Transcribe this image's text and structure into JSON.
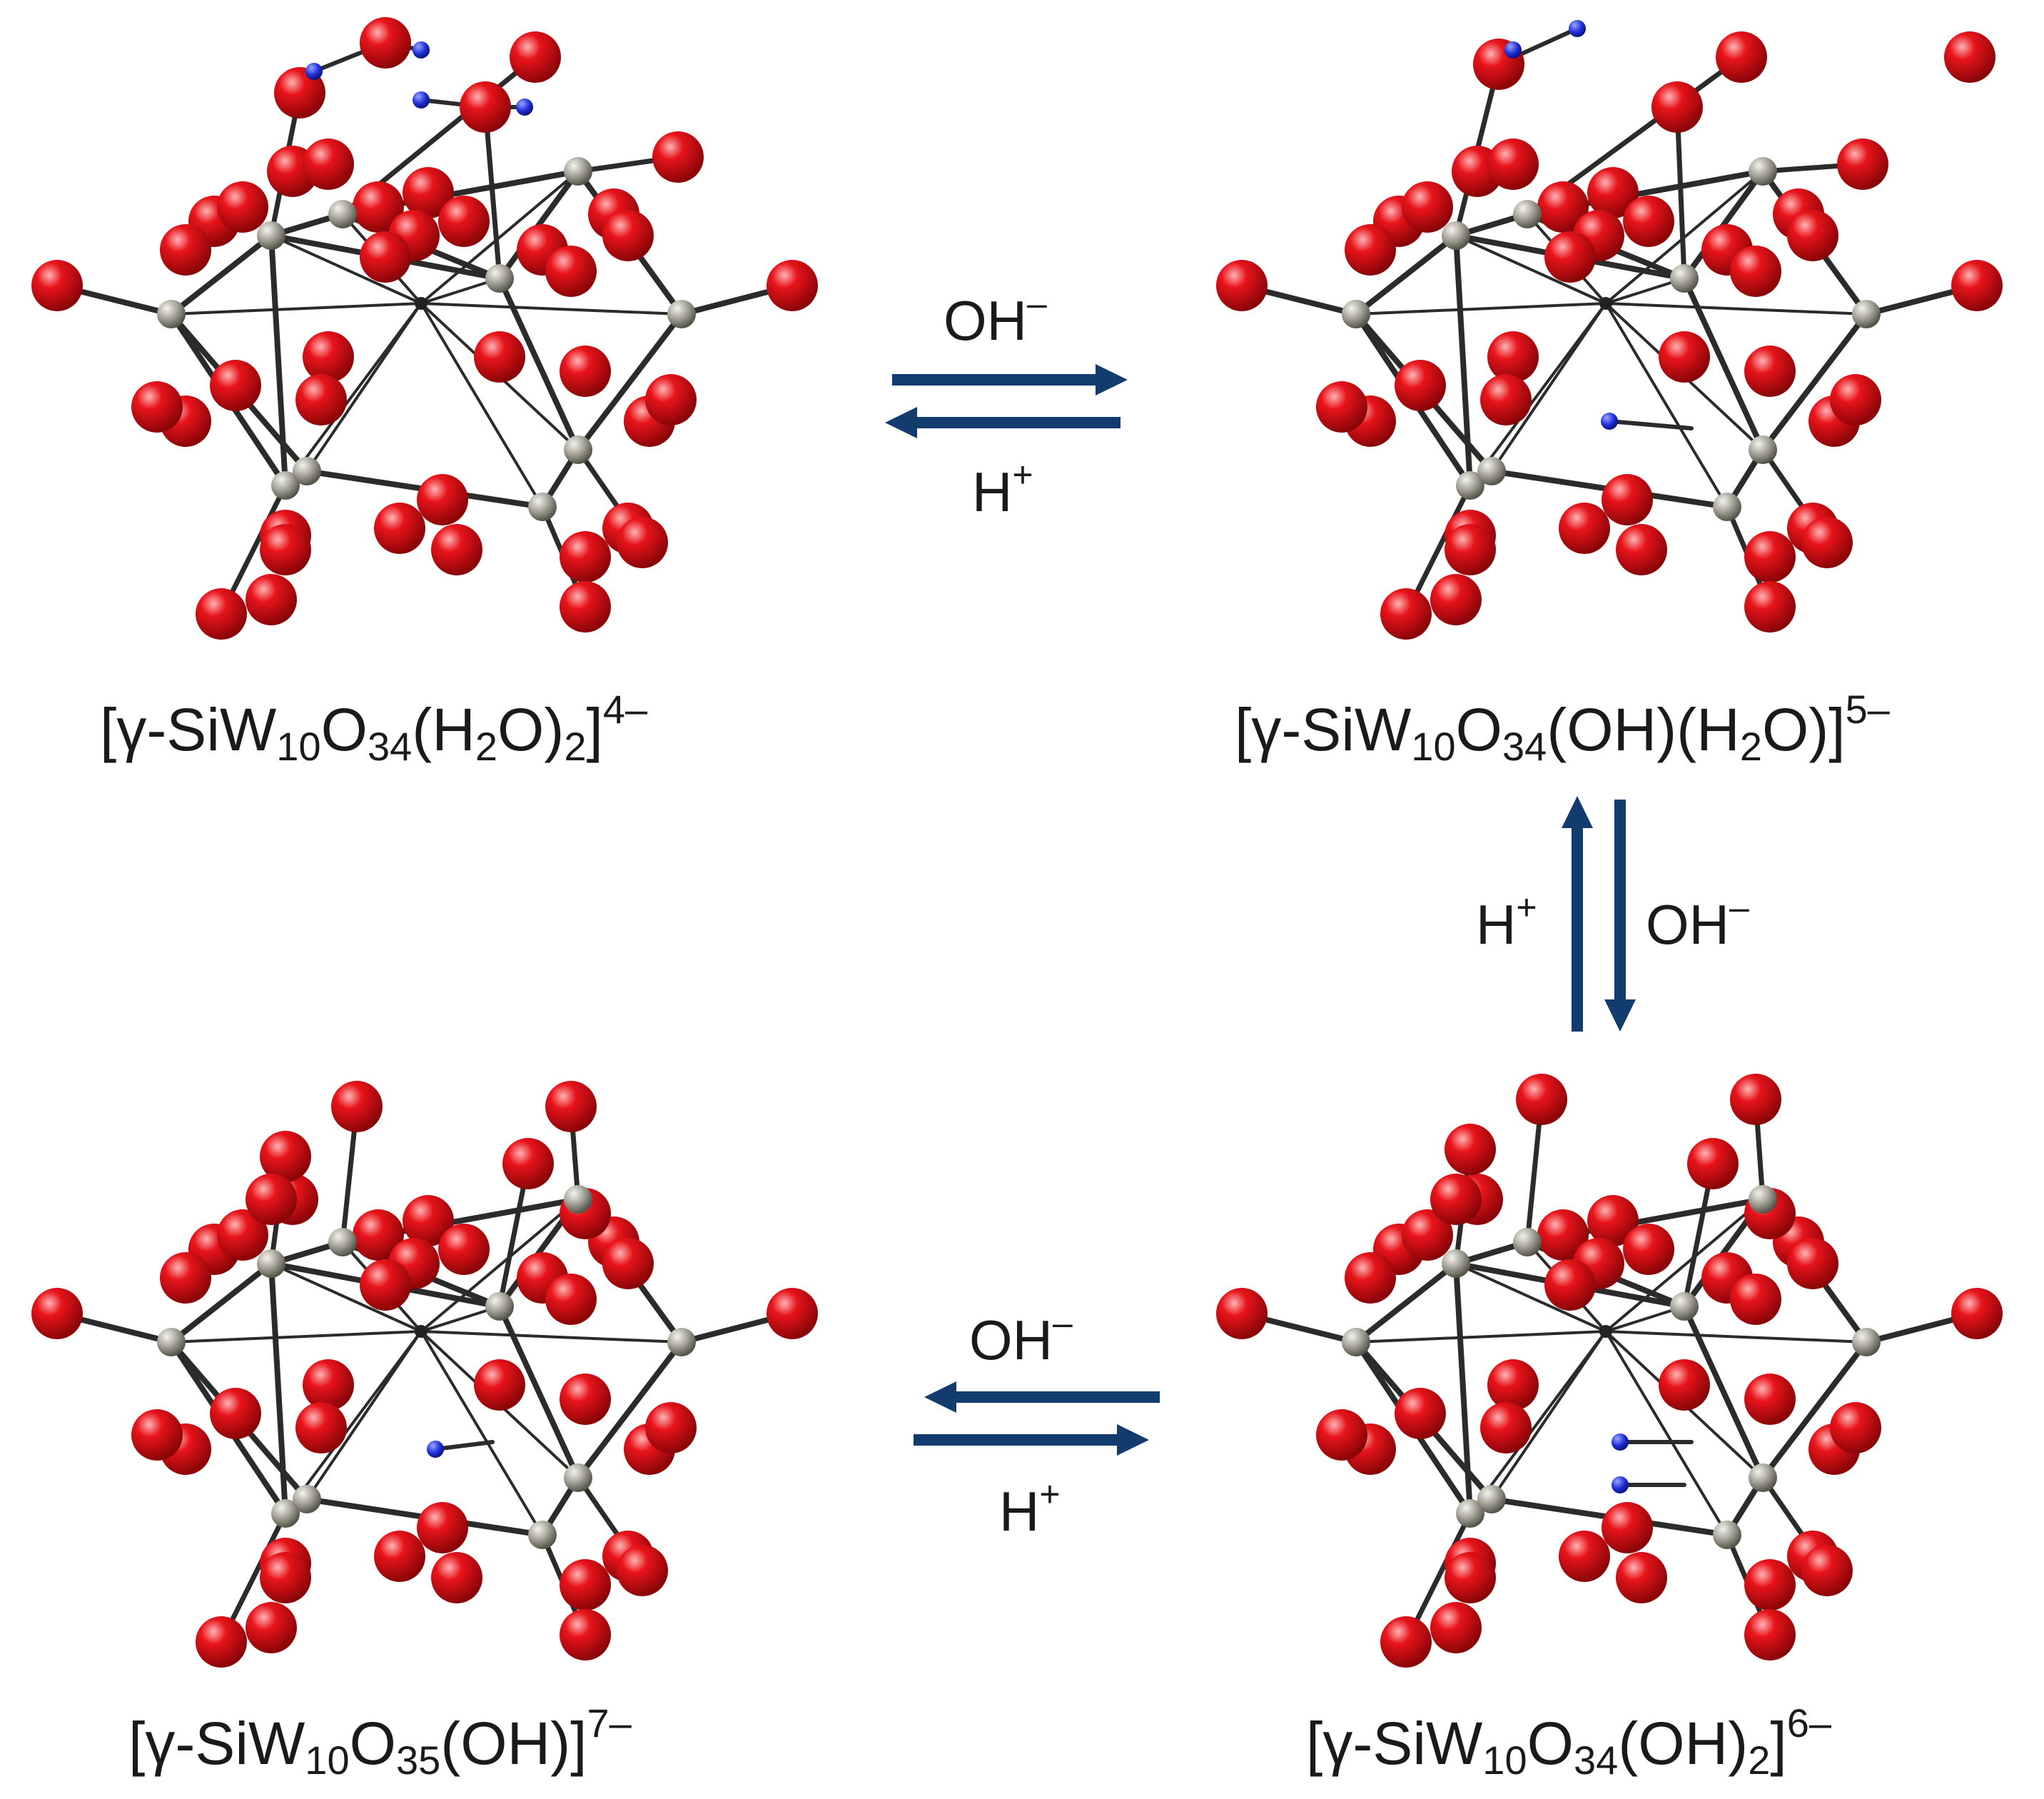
{
  "molecules": [
    {
      "id": "m1",
      "formula": {
        "open": "[γ-SiW",
        "w_sub": "10",
        "o_label": "O",
        "o_sub": "34",
        "paren_open": "(H",
        "h_sub": "2",
        "paren_close": "O)",
        "close_sub": "2",
        "bracket": "]",
        "charge": "4–"
      }
    },
    {
      "id": "m2",
      "formula": {
        "open": "[γ-SiW",
        "w_sub": "10",
        "o_label": "O",
        "o_sub": "34",
        "mid": "(OH)(H",
        "h_sub": "2",
        "tail": "O)]",
        "charge": "5–"
      }
    },
    {
      "id": "m3",
      "formula": {
        "open": "[γ-SiW",
        "w_sub": "10",
        "o_label": "O",
        "o_sub": "35",
        "tail": "(OH)]",
        "charge": "7–"
      }
    },
    {
      "id": "m4",
      "formula": {
        "open": "[γ-SiW",
        "w_sub": "10",
        "o_label": "O",
        "o_sub": "34",
        "mid": "(OH)",
        "close_sub": "2",
        "bracket": "]",
        "charge": "6–"
      }
    }
  ],
  "equilibria": {
    "top": {
      "upper": "OH",
      "upper_charge": "–",
      "lower": "H",
      "lower_charge": "+"
    },
    "right": {
      "left": "H",
      "left_charge": "+",
      "right": "OH",
      "right_charge": "–"
    },
    "bottom": {
      "upper": "OH",
      "upper_charge": "–",
      "lower": "H",
      "lower_charge": "+"
    }
  },
  "colors": {
    "oxygen": "#e8141b",
    "metal": "#a9a79c",
    "hydrogen": "#1f2fd8",
    "bond": "#2b2b2b",
    "arrow": "#123c6e"
  }
}
